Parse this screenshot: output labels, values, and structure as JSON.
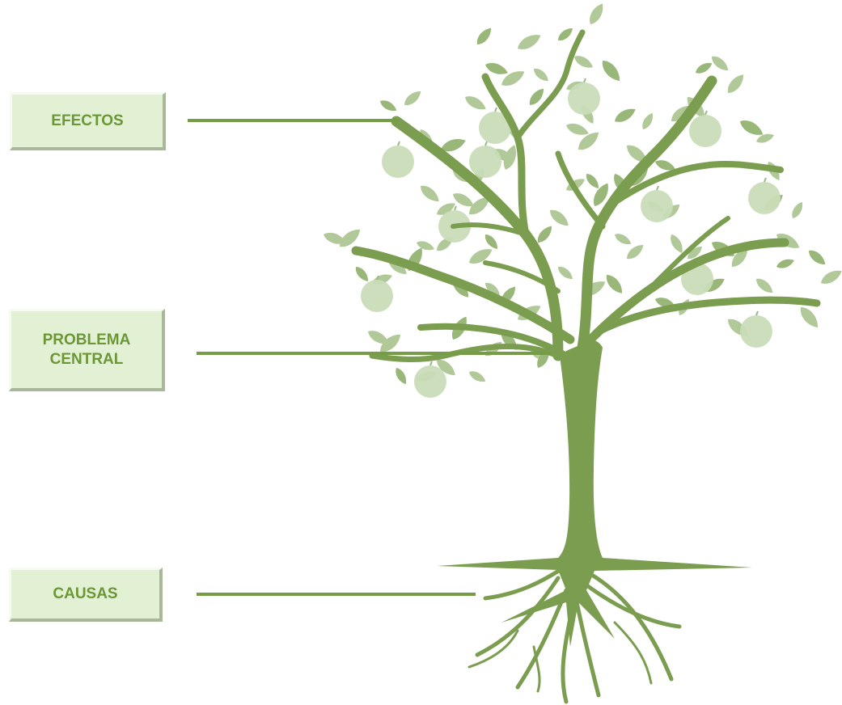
{
  "labels": {
    "efectos": "EFECTOS",
    "problema_line1": "PROBLEMA",
    "problema_line2": "CENTRAL",
    "causas": "CAUSAS"
  },
  "colors": {
    "tree_green": "#7b9d4f",
    "leaf_light": "#b5cda0",
    "fruit": "#c9dcb8",
    "label_bg": "#e2f1d4",
    "label_text": "#6c9737",
    "connector": "#769c47"
  }
}
